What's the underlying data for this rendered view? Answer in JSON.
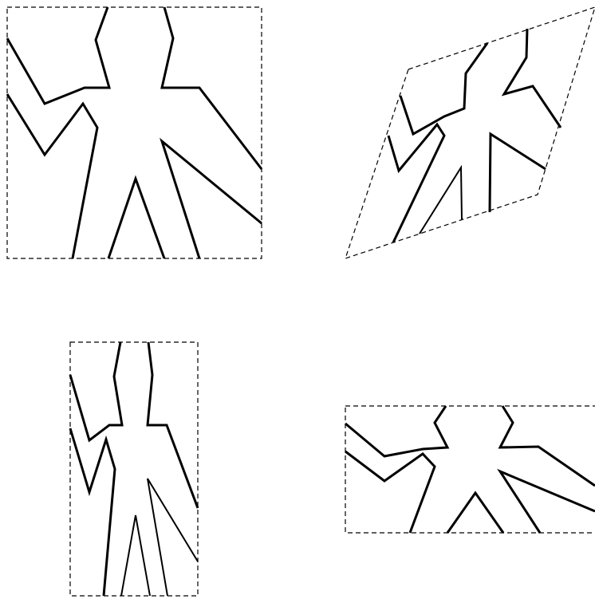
{
  "figure": {
    "panels": [
      {
        "label": "",
        "transform": "original"
      },
      {
        "label": "",
        "transform": "shear"
      },
      {
        "label": "",
        "transform": "horizontal-compression"
      },
      {
        "label": "",
        "transform": "vertical-compression"
      }
    ],
    "stroke_color": "#000000",
    "frame_color": "#000000",
    "background": "#ffffff"
  }
}
